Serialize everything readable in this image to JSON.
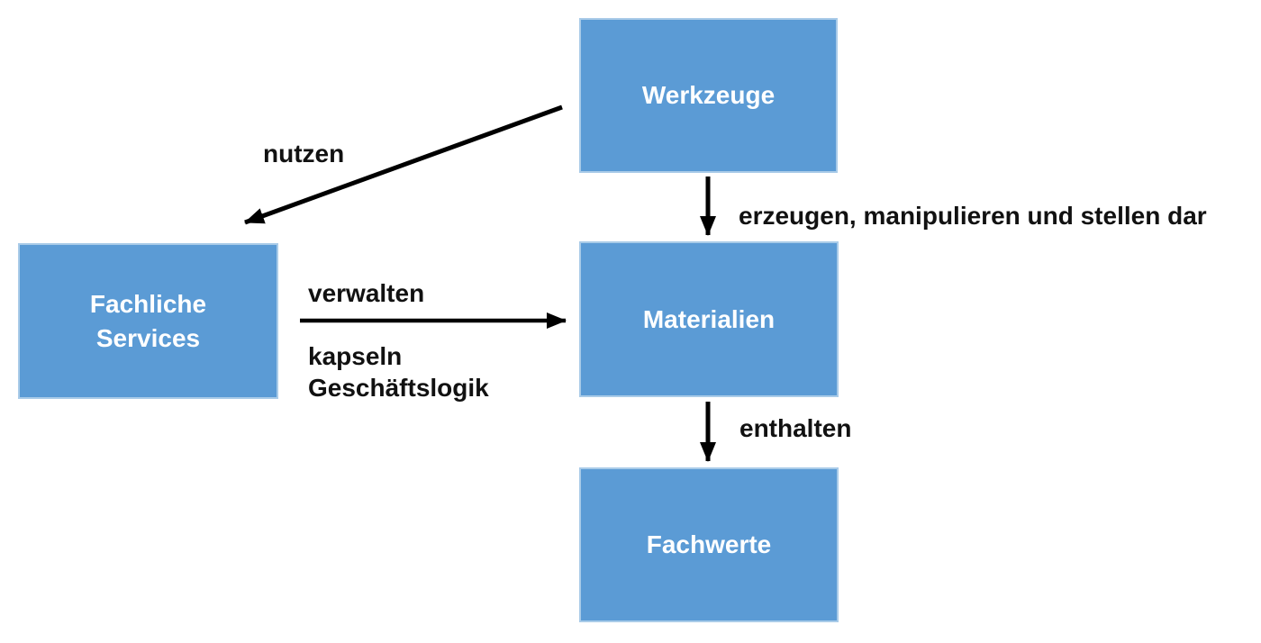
{
  "diagram": {
    "boxes": [
      {
        "id": "werkzeuge",
        "label": "Werkzeuge"
      },
      {
        "id": "fachliche-services",
        "label": "Fachliche\nServices"
      },
      {
        "id": "materialien",
        "label": "Materialien"
      },
      {
        "id": "fachwerte",
        "label": "Fachwerte"
      }
    ],
    "edges": [
      {
        "from": "werkzeuge",
        "to": "fachliche-services",
        "label": "nutzen"
      },
      {
        "from": "werkzeuge",
        "to": "materialien",
        "label": "erzeugen, manipulieren und stellen dar"
      },
      {
        "from": "fachliche-services",
        "to": "materialien",
        "label": "verwalten",
        "label2": "kapseln\nGeschäftslogik"
      },
      {
        "from": "materialien",
        "to": "fachwerte",
        "label": "enthalten"
      }
    ],
    "colors": {
      "box_fill": "#5b9bd5",
      "box_border": "#a9cbe8",
      "box_text": "#ffffff",
      "arrow": "#000000",
      "label_text": "#111111",
      "background": "#ffffff"
    }
  }
}
